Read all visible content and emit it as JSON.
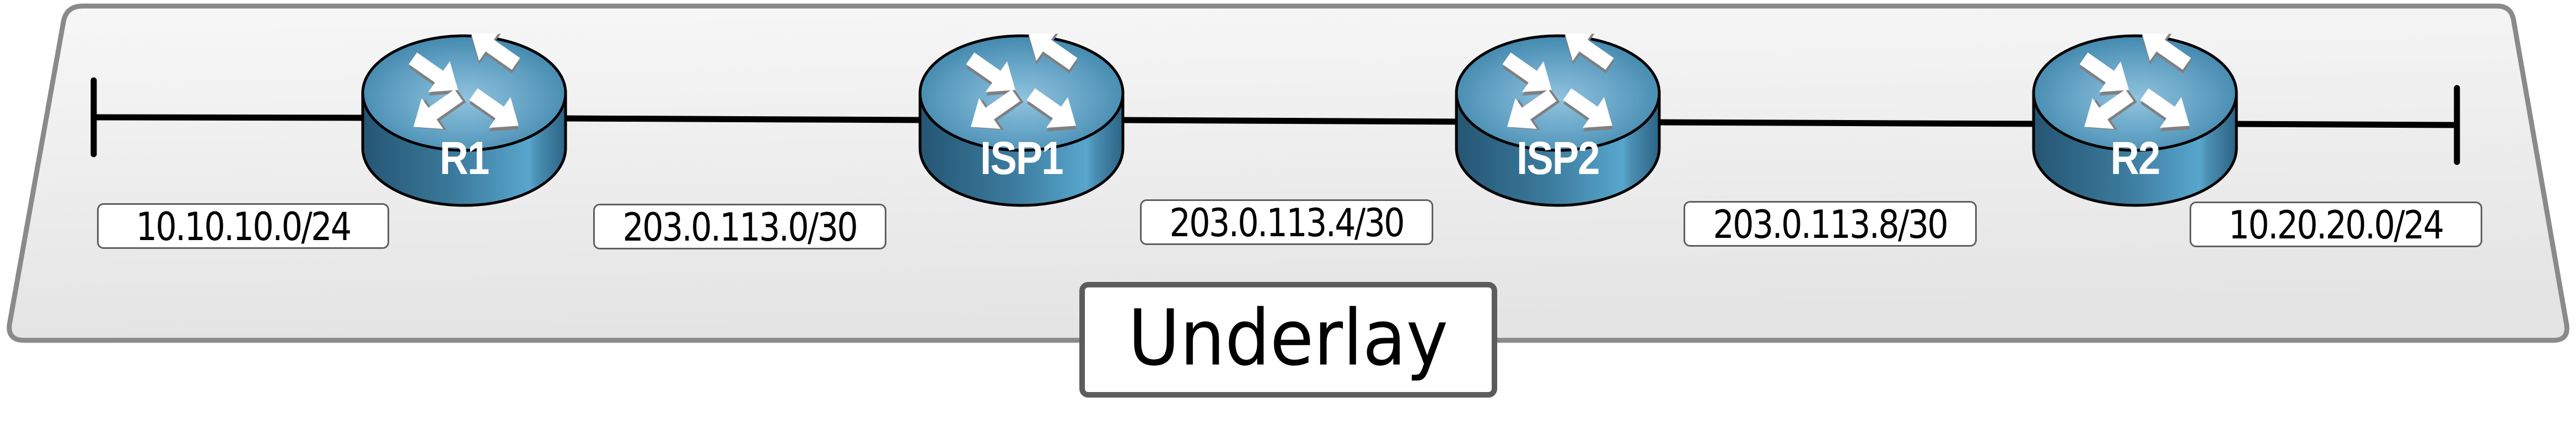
{
  "diagram": {
    "title": "Underlay",
    "colors": {
      "plane_fill_top": "#f6f6f6",
      "plane_fill_bottom": "#e4e4e4",
      "plane_border": "#8a8a8a",
      "label_border": "#5f5f5f",
      "router_top_light": "#8ec3de",
      "router_top_dark": "#3a83a9",
      "router_side_dark": "#285a77",
      "router_side_light": "#58a5cc",
      "link": "#000000"
    },
    "endpoints": [
      {
        "id": "left-segment-end",
        "label": "LAN terminator"
      },
      {
        "id": "right-segment-end",
        "label": "LAN terminator"
      }
    ],
    "routers": [
      {
        "id": "R1",
        "label": "R1",
        "icon": "router-icon"
      },
      {
        "id": "ISP1",
        "label": "ISP1",
        "icon": "router-icon"
      },
      {
        "id": "ISP2",
        "label": "ISP2",
        "icon": "router-icon"
      },
      {
        "id": "R2",
        "label": "R2",
        "icon": "router-icon"
      }
    ],
    "subnets": [
      {
        "label": "10.10.10.0/24",
        "between": [
          "LAN",
          "R1"
        ]
      },
      {
        "label": "203.0.113.0/30",
        "between": [
          "R1",
          "ISP1"
        ]
      },
      {
        "label": "203.0.113.4/30",
        "between": [
          "ISP1",
          "ISP2"
        ]
      },
      {
        "label": "203.0.113.8/30",
        "between": [
          "ISP2",
          "R2"
        ]
      },
      {
        "label": "10.20.20.0/24",
        "between": [
          "R2",
          "LAN"
        ]
      }
    ],
    "links": [
      {
        "from": "left-segment-end",
        "to": "R1"
      },
      {
        "from": "R1",
        "to": "ISP1"
      },
      {
        "from": "ISP1",
        "to": "ISP2"
      },
      {
        "from": "ISP2",
        "to": "R2"
      },
      {
        "from": "R2",
        "to": "right-segment-end"
      }
    ]
  }
}
